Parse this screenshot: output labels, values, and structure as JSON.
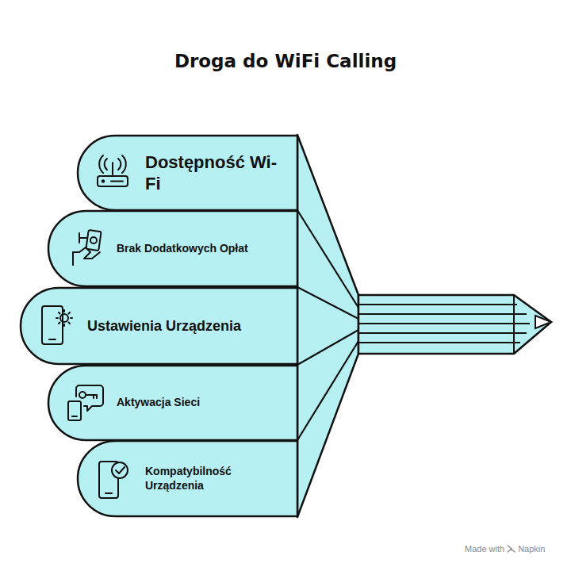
{
  "diagram": {
    "title": "Droga do WiFi Calling",
    "nodes": [
      {
        "text": [
          "Dostępność Wi-Fi"
        ]
      },
      {
        "text": [
          "Brak Dodatkowych Opłat"
        ]
      },
      {
        "text": [
          "Ustawienia Urządzenia"
        ]
      },
      {
        "text": [
          "Aktywacja Sieci"
        ]
      },
      {
        "text": [
          "Kompatybilność Urządzenia"
        ]
      }
    ],
    "labels": [
      "Made with",
      "Napkin"
    ]
  }
}
